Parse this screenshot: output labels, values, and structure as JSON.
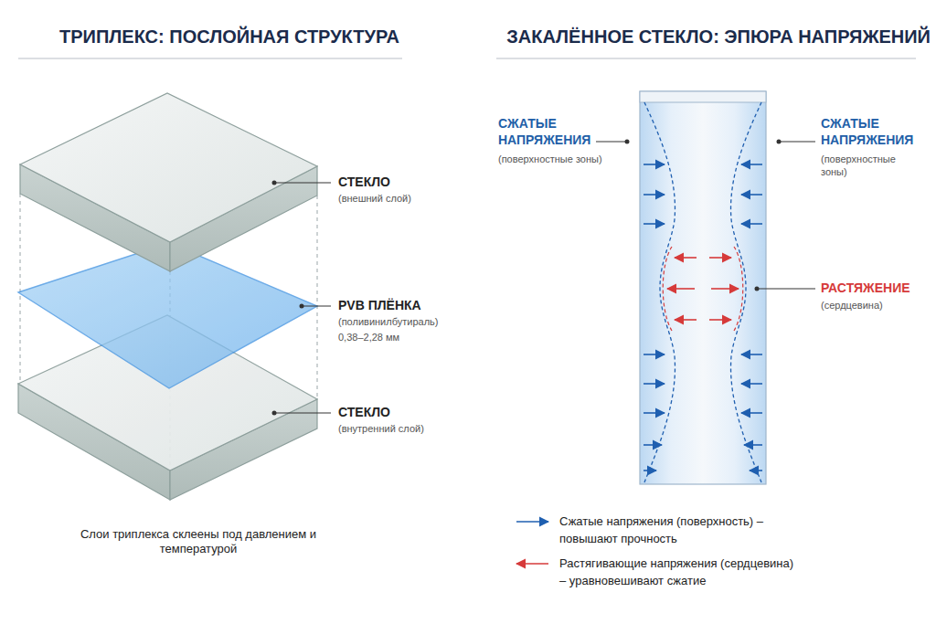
{
  "diagram": {
    "caption": "Слои триплекса склеены под давлением и температурой",
    "labels": [
      "ТРИПЛЕКС: ПОСЛОЙНАЯ СТРУКТУРА",
      "ЗАКАЛЁННОЕ СТЕКЛО: ЭПЮРА НАПРЯЖЕНИЙ",
      "СТЕКЛО",
      "(внешний слой)",
      "PVB ПЛЁНКА",
      "(поливинилбутираль)",
      "0,38–2,28 мм",
      "СТЕКЛО",
      "(внутренний слой)",
      "СЖАТЫЕ НАПРЯЖЕНИЯ",
      "(поверхностные зоны)",
      "СЖАТЫЕ НАПРЯЖЕНИЯ",
      "(поверхностные зоны)",
      "РАСТЯЖЕНИЕ",
      "(сердцевина)"
    ],
    "legend": [
      {
        "text": "Сжатые напряжения (поверхность) – повышают прочность"
      },
      {
        "text": "Растягивающие напряжения (сердцевина) – уравновешивают сжатие"
      }
    ]
  }
}
